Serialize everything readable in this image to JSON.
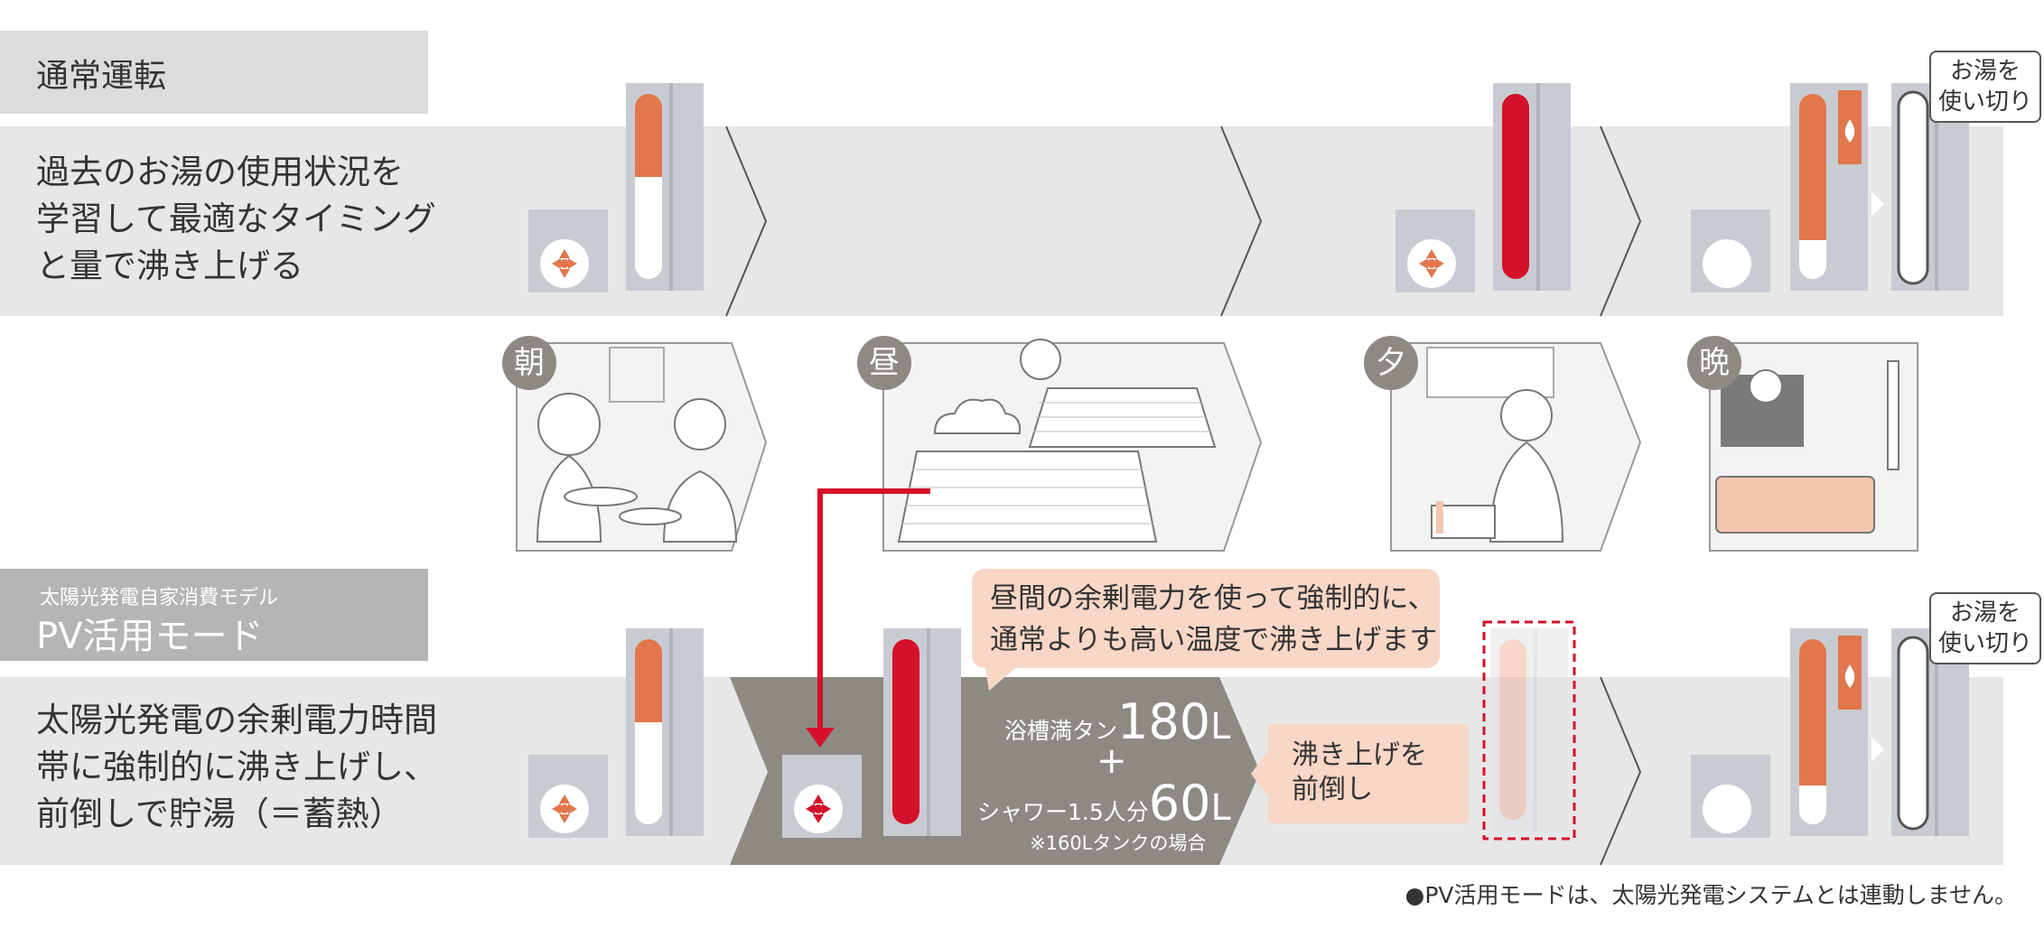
{
  "normal": {
    "title": "通常運転",
    "desc_lines": [
      "過去のお湯の使用状況を",
      "学習して最適なタイミング",
      "と量で沸き上げる"
    ]
  },
  "times": {
    "morning": "朝",
    "noon": "昼",
    "evening": "夕",
    "night": "晩"
  },
  "pv": {
    "subtitle": "太陽光発電自家消費モデル",
    "title": "PV活用モード",
    "desc_lines": [
      "太陽光発電の余剰電力時間",
      "帯に強制的に沸き上げし、",
      "前倒しで貯湯（＝蓄熱）"
    ],
    "bubble_lines": [
      "昼間の余剰電力を使って強制的に、",
      "通常よりも高い温度で沸き上げます"
    ],
    "bath_label": "浴槽満タン",
    "bath_value": "180",
    "bath_unit": "L",
    "plus": "+",
    "shower_label": "シャワー1.5人分",
    "shower_value": "60",
    "shower_unit": "L",
    "tank_note": "※160Lタンクの場合",
    "advance_lines": [
      "沸き上げを",
      "前倒し"
    ]
  },
  "used_up_lines": [
    "お湯を",
    "使い切り"
  ],
  "footnote": "●PV活用モードは、太陽光発電システムとは連動しません。",
  "colors": {
    "band": "#e7e7e8",
    "orange": "#e2764d",
    "red": "#d5102a",
    "dark_band": "#8d8a84",
    "bubble": "#f8d7c7"
  }
}
